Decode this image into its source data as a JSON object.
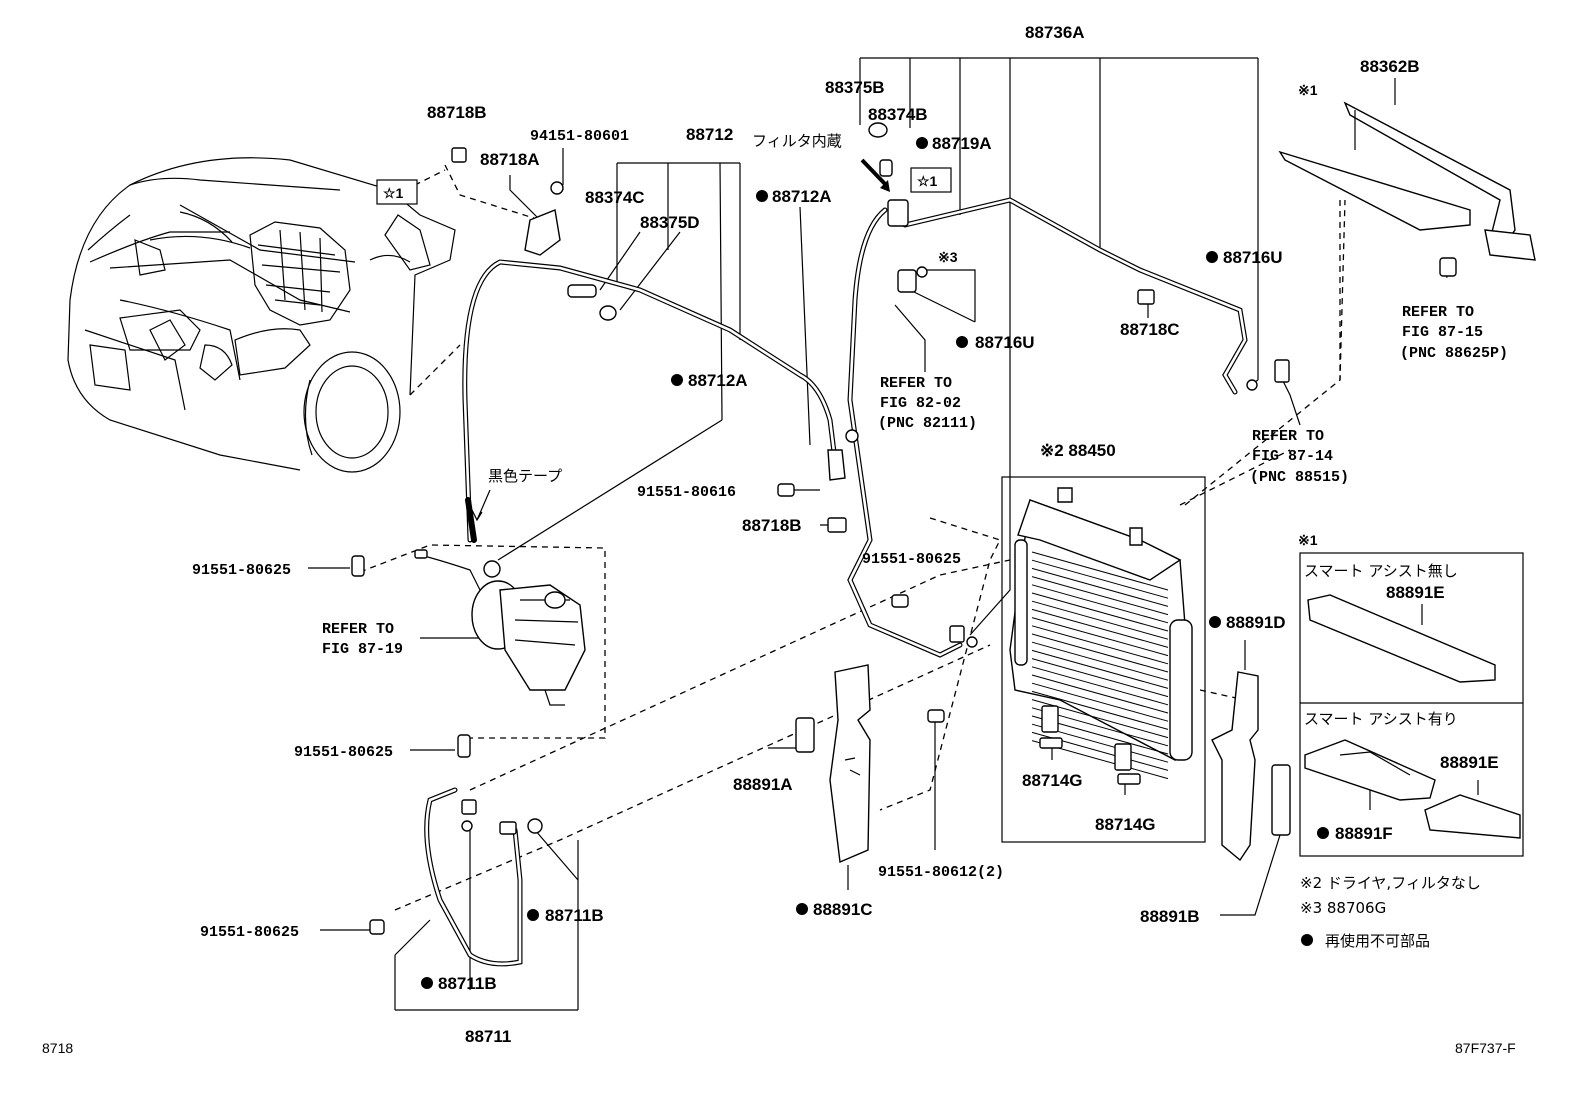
{
  "labels": {
    "p88736A": "88736A",
    "p88362B": "88362B",
    "p88375B": "88375B",
    "p88374B": "88374B",
    "p88719A": "88719A",
    "filter_note": "フィルタ内蔵",
    "star1_a": "☆1",
    "star1_b": "☆1",
    "note1_top": "※1",
    "p88718B_top": "88718B",
    "p94151": "94151-80601",
    "p88718A": "88718A",
    "p88712": "88712",
    "p88374C": "88374C",
    "p88375D": "88375D",
    "p88712A_top": "88712A",
    "p88712A_mid": "88712A",
    "note3_small": "※3",
    "p88716U_mid": "88716U",
    "p88716U_right": "88716U",
    "p88718C": "88718C",
    "refer_8202_a": "REFER TO",
    "refer_8202_b": "FIG 82-02",
    "refer_8202_c": "(PNC 82111)",
    "refer_8715_a": "REFER TO",
    "refer_8715_b": "FIG 87-15",
    "refer_8715_c": "(PNC 88625P)",
    "refer_8714_a": "REFER TO",
    "refer_8714_b": "FIG 87-14",
    "refer_8714_c": "(PNC 88515)",
    "black_tape": "黒色テープ",
    "p91551_80616": "91551-80616",
    "p88718B_mid": "88718B",
    "note2_88450": "※2 88450",
    "p91551_80625_a": "91551-80625",
    "p91551_80625_b": "91551-80625",
    "p91551_80625_c": "91551-80625",
    "p91551_80625_d": "91551-80625",
    "refer_8719_a": "REFER TO",
    "refer_8719_b": "FIG 87-19",
    "p88891A": "88891A",
    "p88891C": "88891C",
    "p88891D": "88891D",
    "p88891B": "88891B",
    "p88714G_a": "88714G",
    "p88714G_b": "88714G",
    "p91551_80612": "91551-80612(2)",
    "p88711B_a": "88711B",
    "p88711B_b": "88711B",
    "p88711": "88711",
    "note1_box": "※1",
    "box_no_assist": "スマート アシスト無し",
    "p88891E_a": "88891E",
    "box_with_assist": "スマート アシスト有り",
    "p88891E_b": "88891E",
    "p88891F": "88891F"
  },
  "legend": {
    "note2": "※2 ドライヤ,フィルタなし",
    "note3": "※3  88706G",
    "dot_note": "再使用不可部品"
  },
  "footer": {
    "left": "8718",
    "right": "87F737-F"
  }
}
